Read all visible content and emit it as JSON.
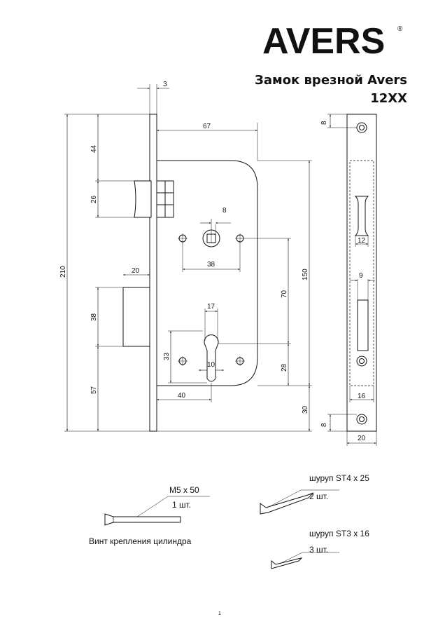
{
  "brand": {
    "name": "AVERS",
    "mark": "®"
  },
  "title": {
    "line1": "Замок врезной Avers",
    "line2": "12XX"
  },
  "dimensions": {
    "d3": "3",
    "d67": "67",
    "d44": "44",
    "d26": "26",
    "d8_spindle": "8",
    "d38_holes": "38",
    "d210": "210",
    "d20_bolt": "20",
    "d38_bolt": "38",
    "d150": "150",
    "d70": "70",
    "d17": "17",
    "d33": "33",
    "d10": "10",
    "d28": "28",
    "d57": "57",
    "d40": "40",
    "d30": "30",
    "d8_top": "8",
    "d12": "12",
    "d9": "9",
    "d16": "16",
    "d8_bottom": "8",
    "d20_plate": "20"
  },
  "accessories": {
    "screw_m5": {
      "size": "M5 x 50",
      "qty": "1 шт.",
      "caption": "Винт крепления цилиндра"
    },
    "screw_st4": {
      "size": "шуруп ST4 x 25",
      "qty": "2 шт."
    },
    "screw_st3": {
      "size": "шуруп ST3 x 16",
      "qty": "3 шт."
    }
  },
  "page": {
    "number": "1"
  }
}
